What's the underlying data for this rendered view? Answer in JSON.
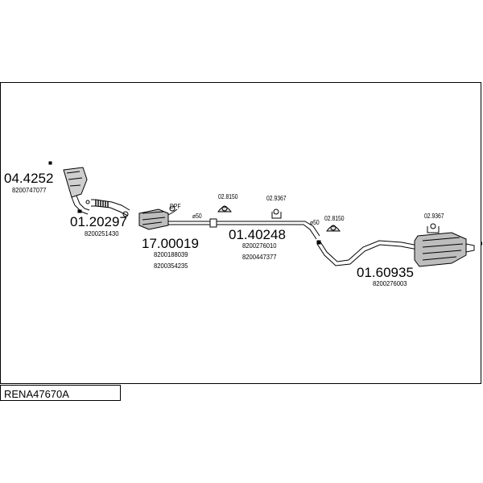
{
  "reference": "RENA47670A",
  "parts": [
    {
      "number": "04.4252",
      "oems": [
        "8200747077"
      ]
    },
    {
      "number": "01.20297",
      "oems": [
        "8200251430"
      ]
    },
    {
      "number": "17.00019",
      "oems": [
        "8200188039",
        "8200354235"
      ]
    },
    {
      "number": "01.40248",
      "oems": [
        "8200276010",
        "8200447377"
      ]
    },
    {
      "number": "01.60935",
      "oems": [
        "8200276003"
      ]
    }
  ],
  "fittings": {
    "dpf_label": "DPF",
    "diameter_1": "⌀50",
    "diameter_2": "⌀50",
    "hanger_a": "02.8150",
    "hanger_b": "02.9367",
    "hanger_c": "02.8150",
    "hanger_d": "02.9367"
  }
}
